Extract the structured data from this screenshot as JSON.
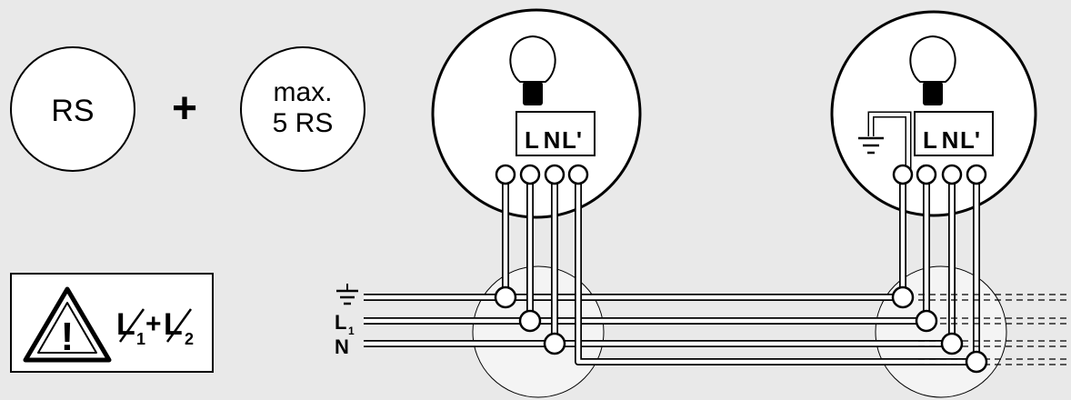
{
  "legend": {
    "rs_label": "RS",
    "plus": "+",
    "max_line1": "max.",
    "max_line2": "5 RS"
  },
  "warning": {
    "exclamation": "!",
    "l_letter_1": "L",
    "sub_1": "1",
    "plus": "+",
    "l_letter_2": "L",
    "sub_2": "2"
  },
  "fixture_left": {
    "terminals": [
      "L",
      "N",
      "L'"
    ]
  },
  "fixture_right": {
    "terminals": [
      "L",
      "N",
      "L'"
    ]
  },
  "conductors": {
    "earth_symbol": "earth-symbol",
    "l_letter": "L",
    "l_sub": "1",
    "n_label": "N"
  },
  "colors": {
    "background": "#e9e9e9",
    "circle_fill": "#ffffff",
    "line": "#000000",
    "junction_fill": "#f4f4f4"
  }
}
